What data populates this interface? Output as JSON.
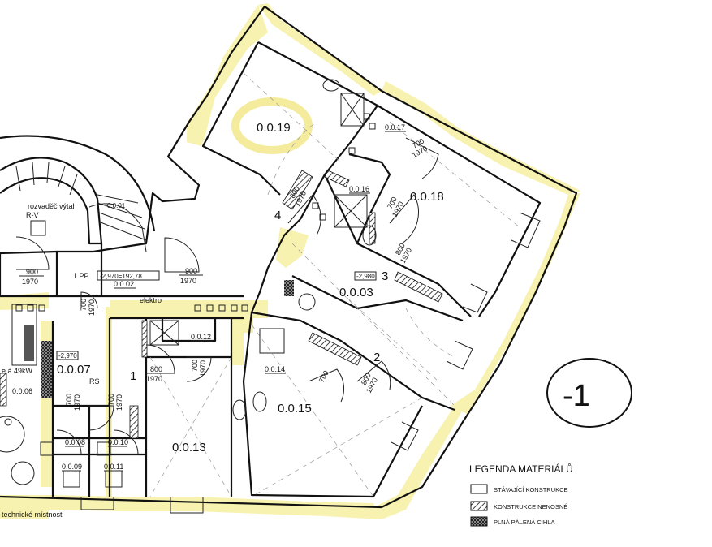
{
  "rooms": {
    "r0019": "0.0.19",
    "r0018": "0.0.18",
    "r0017": "0.0.17",
    "r0016": "0.0.16",
    "r0003": "0.0.03",
    "r0002": "0.0.02",
    "r0015": "0.0.15",
    "r0014": "0.0.14",
    "r0013": "0.0.13",
    "r0012": "0.0.12",
    "r0007": "0.0.07",
    "r0006": "0.0.06",
    "r0008": "0.0.08",
    "r0009": "0.0.09",
    "r0010": "0.0.10",
    "r0011": "0.0.11",
    "r0001": "0.0.01"
  },
  "labels": {
    "rozvadec": "rozvaděč výtah",
    "rv": "R-V",
    "elektro": "elektro",
    "pp": "1.PP",
    "level": "-2,970=192,78",
    "level_0007": "-2,970",
    "level_0003": "-2,980",
    "power": "e à 49kW",
    "technicke": "technické místnosti",
    "rs": "RS",
    "one": "1",
    "two": "2",
    "three": "3",
    "four": "4",
    "sheet": "-1"
  },
  "doors": {
    "d900": "900",
    "d800": "800",
    "d700": "700",
    "h1970": "1970"
  },
  "legend": {
    "title": "LEGENDA MATERIÁLŮ",
    "items": [
      "STÁVAJÍCÍ KONSTRUKCE",
      "KONSTRUKCE NENOSNÉ",
      "PLNÁ PÁLENÁ CIHLA"
    ]
  },
  "colors": {
    "highlight": "#f8f2b0",
    "ink": "#111111"
  }
}
